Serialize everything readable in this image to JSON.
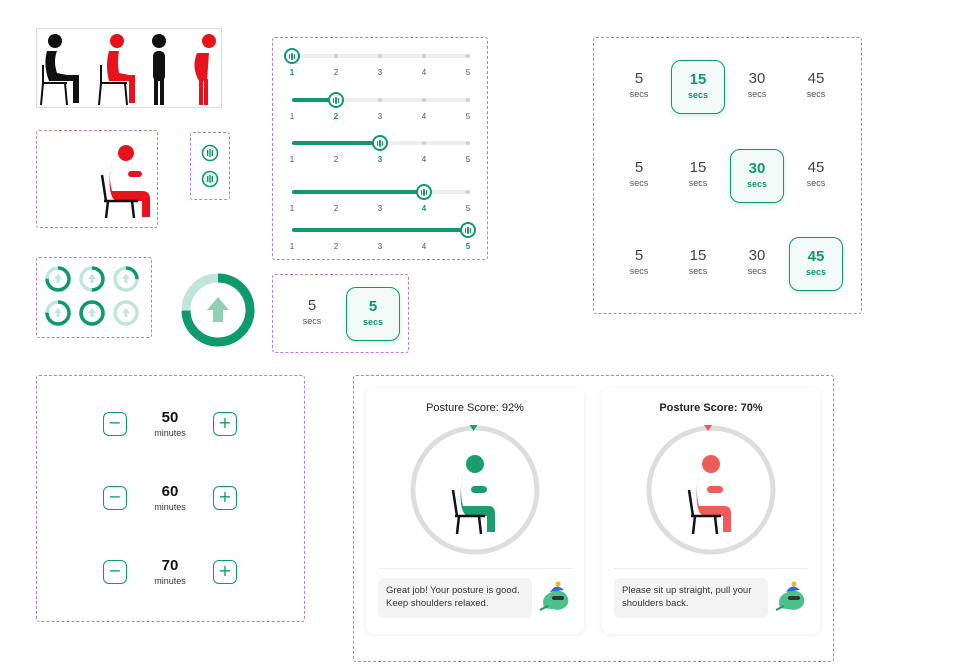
{
  "sliders": {
    "ticks": [
      "1",
      "2",
      "3",
      "4",
      "5"
    ],
    "rows": [
      {
        "value": 1
      },
      {
        "value": 2
      },
      {
        "value": 3
      },
      {
        "value": 4
      },
      {
        "value": 5
      }
    ]
  },
  "small_secs": {
    "options": [
      {
        "num": "5",
        "unit": "secs",
        "selected": false
      },
      {
        "num": "5",
        "unit": "secs",
        "selected": true
      }
    ]
  },
  "secs_grid": {
    "rows": [
      [
        {
          "num": "5",
          "unit": "secs",
          "selected": false
        },
        {
          "num": "15",
          "unit": "secs",
          "selected": true
        },
        {
          "num": "30",
          "unit": "secs",
          "selected": false
        },
        {
          "num": "45",
          "unit": "secs",
          "selected": false
        }
      ],
      [
        {
          "num": "5",
          "unit": "secs",
          "selected": false
        },
        {
          "num": "15",
          "unit": "secs",
          "selected": false
        },
        {
          "num": "30",
          "unit": "secs",
          "selected": true
        },
        {
          "num": "45",
          "unit": "secs",
          "selected": false
        }
      ],
      [
        {
          "num": "5",
          "unit": "secs",
          "selected": false
        },
        {
          "num": "15",
          "unit": "secs",
          "selected": false
        },
        {
          "num": "30",
          "unit": "secs",
          "selected": false
        },
        {
          "num": "45",
          "unit": "secs",
          "selected": true
        }
      ]
    ]
  },
  "steppers": [
    {
      "value": "50",
      "unit": "minutes",
      "minus": "−",
      "plus": "+"
    },
    {
      "value": "60",
      "unit": "minutes",
      "minus": "−",
      "plus": "+"
    },
    {
      "value": "70",
      "unit": "minutes",
      "minus": "−",
      "plus": "+"
    }
  ],
  "posture_cards": [
    {
      "title": "Posture Score: 92%",
      "score": 92,
      "message": "Great job! Your posture is good. Keep shoulders relaxed.",
      "status_color": "#1a9e6e",
      "title_bold": false
    },
    {
      "title": "Posture Score: 70%",
      "score": 70,
      "message": "Please sit up straight, pull your shoulders back.",
      "status_color": "#ef5b5b",
      "title_bold": true
    }
  ],
  "colors": {
    "accent": "#0e9a6a",
    "bad": "#e8121b",
    "light_accent": "#bfe6d8",
    "frame": "#b57be0"
  },
  "icons": [
    "posture-figures-icon",
    "chair-figure-icon",
    "slider-thumb-icon",
    "upload-arrow-icon",
    "mascot-icon"
  ]
}
